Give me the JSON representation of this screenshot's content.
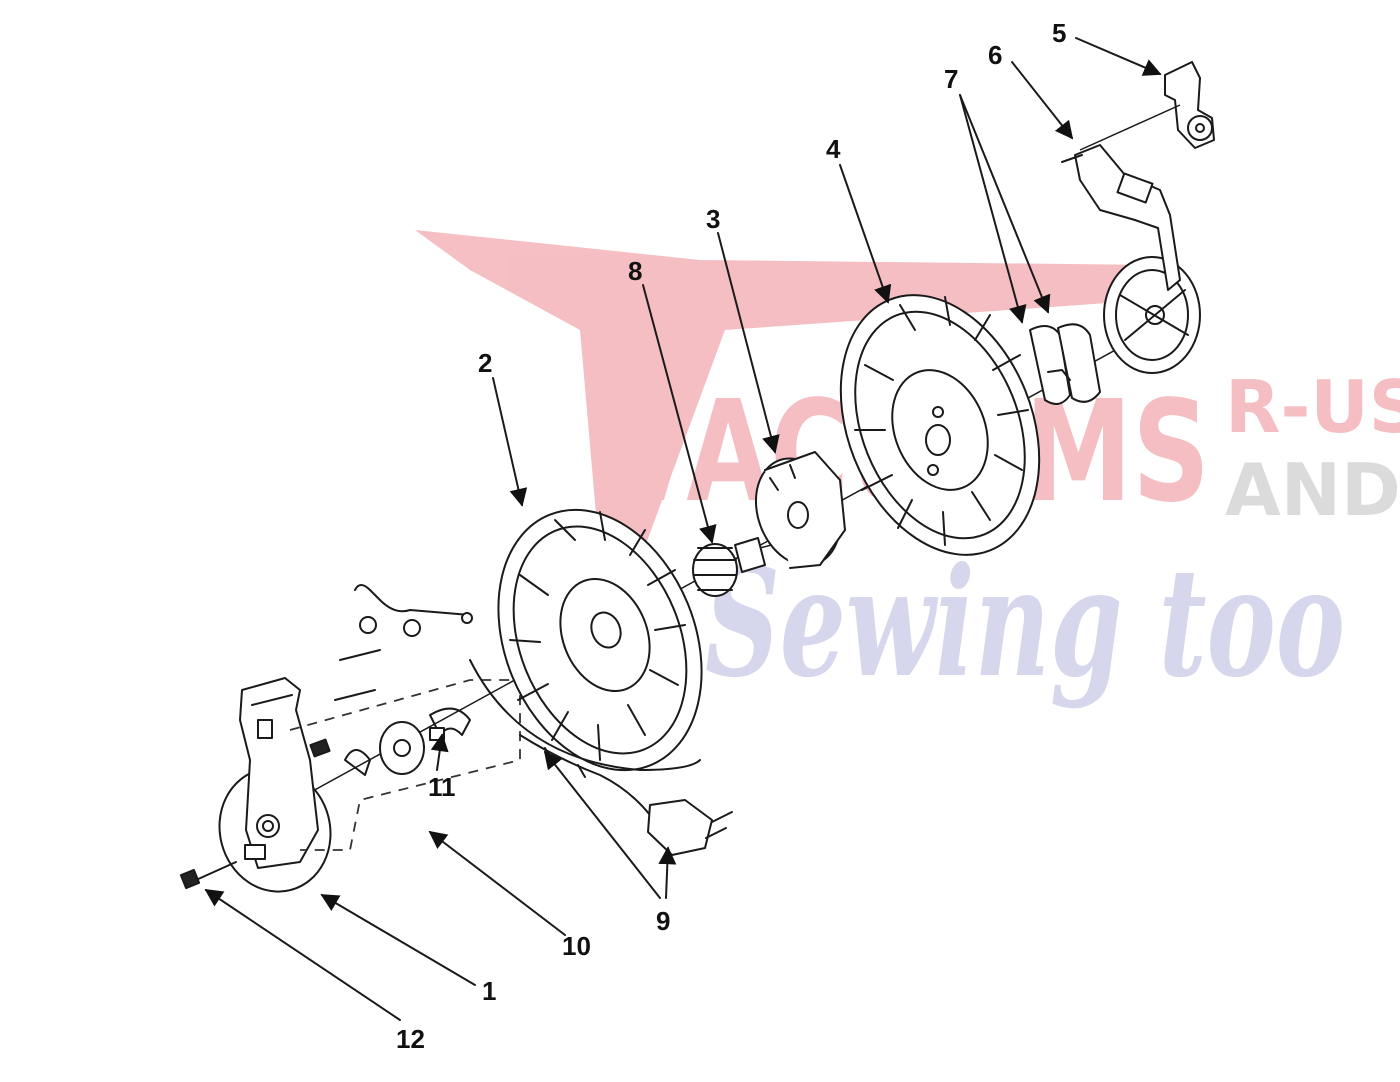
{
  "diagram": {
    "callouts": [
      {
        "id": "1",
        "label": "1"
      },
      {
        "id": "2",
        "label": "2"
      },
      {
        "id": "3",
        "label": "3"
      },
      {
        "id": "4",
        "label": "4"
      },
      {
        "id": "5",
        "label": "5"
      },
      {
        "id": "6",
        "label": "6"
      },
      {
        "id": "7",
        "label": "7"
      },
      {
        "id": "8",
        "label": "8"
      },
      {
        "id": "9",
        "label": "9"
      },
      {
        "id": "10",
        "label": "10"
      },
      {
        "id": "11",
        "label": "11"
      },
      {
        "id": "12",
        "label": "12"
      }
    ]
  },
  "watermark": {
    "line1": "VACUUMS",
    "line2": "R-US",
    "line3": "AND",
    "line4": "Sewing too",
    "colors": {
      "red": "#e8707a",
      "gray": "#c8c8c8",
      "lavender": "#b8b8dc"
    }
  }
}
